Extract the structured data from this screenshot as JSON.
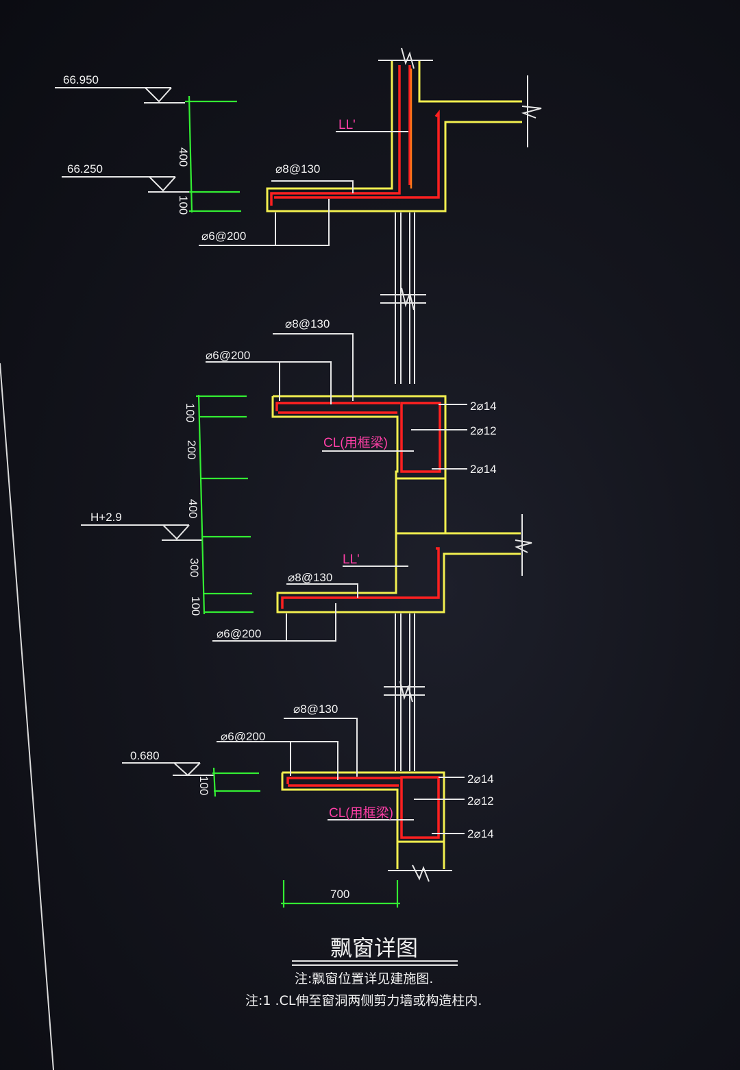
{
  "elevations": {
    "top": "66.950",
    "second": "66.250",
    "middle": "H+2.9",
    "bottom": "0.680"
  },
  "dimensions": {
    "top_group": [
      "400",
      "100"
    ],
    "middle_group": [
      "100",
      "200",
      "400",
      "300",
      "100"
    ],
    "bottom_group": [
      "100"
    ],
    "width": "700"
  },
  "rebar": {
    "phi8_130": "⌀8@130",
    "phi6_200": "⌀6@200",
    "phi14_2": "2⌀14",
    "phi12_2": "2⌀12"
  },
  "labels": {
    "ll": "LL'",
    "cl": "CL(用框梁)"
  },
  "title": "飘窗详图",
  "notes": [
    "注:飘窗位置详见建施图.",
    "注:1 .CL伸至窗洞两侧剪力墙或构造柱内."
  ],
  "colors": {
    "concrete_outline": "#f2ef4f",
    "rebar": "#ff2020",
    "dimension": "#33ee33",
    "annotation": "#ff3fa6"
  }
}
